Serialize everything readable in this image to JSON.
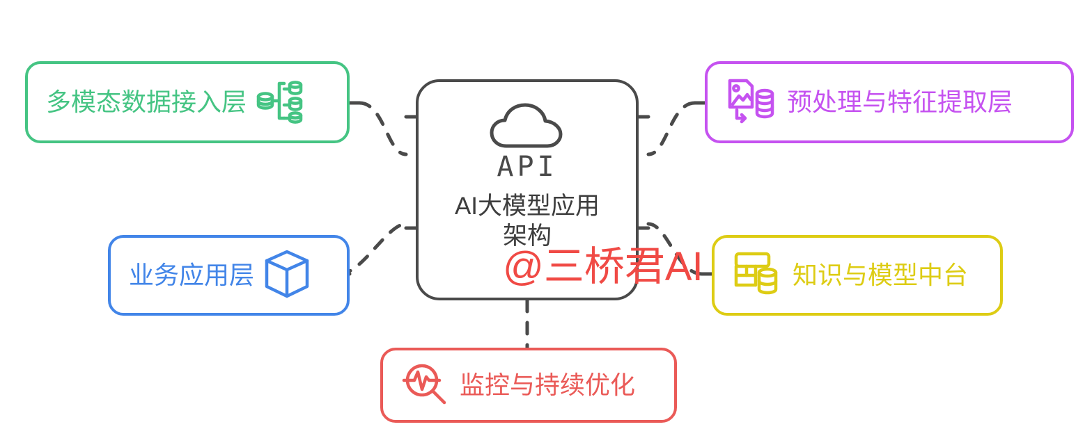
{
  "diagram": {
    "type": "mindmap",
    "center": {
      "icon": "cloud-icon",
      "icon_caption": "API",
      "title": "AI大模型应用架构",
      "border_color": "#4a4a4a",
      "text_color": "#3d3d3d"
    },
    "nodes": [
      {
        "id": "ingest",
        "label": "多模态数据接入层",
        "icon": "database-distribution-icon",
        "color": "#45c483",
        "position": "top-left"
      },
      {
        "id": "app",
        "label": "业务应用层",
        "icon": "cube-box-icon",
        "color": "#4285e8",
        "position": "bottom-left"
      },
      {
        "id": "preproc",
        "label": "预处理与特征提取层",
        "icon": "image-to-database-icon",
        "color": "#c552f0",
        "position": "top-right"
      },
      {
        "id": "platform",
        "label": "知识与模型中台",
        "icon": "server-database-icon",
        "color": "#ddcc14",
        "position": "bottom-right"
      },
      {
        "id": "monitor",
        "label": "监控与持续优化",
        "icon": "pulse-magnifier-icon",
        "color": "#ea5a57",
        "position": "bottom-center"
      }
    ],
    "edges": {
      "style": "dashed",
      "color": "#4a4a4a",
      "connections": [
        "center-ingest",
        "center-app",
        "center-preproc",
        "center-platform",
        "center-monitor"
      ]
    },
    "watermark": {
      "text": "@三桥君AI",
      "color": "#f04a45"
    }
  }
}
